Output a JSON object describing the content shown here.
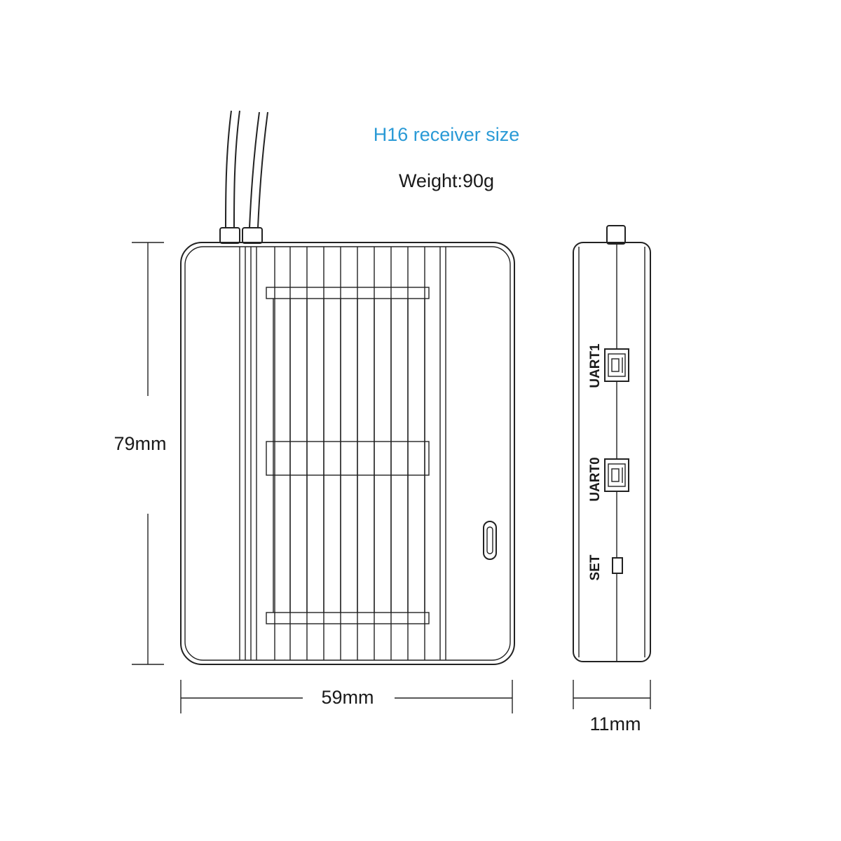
{
  "header": {
    "title": "H16 receiver size",
    "weight": "Weight:90g"
  },
  "dimensions": {
    "height": "79mm",
    "width": "59mm",
    "depth": "11mm"
  },
  "ports": {
    "uart1": "UART1",
    "uart0": "UART0",
    "set": "SET"
  },
  "colors": {
    "title": "#2a9ad6",
    "line": "#222222",
    "background": "#ffffff"
  }
}
